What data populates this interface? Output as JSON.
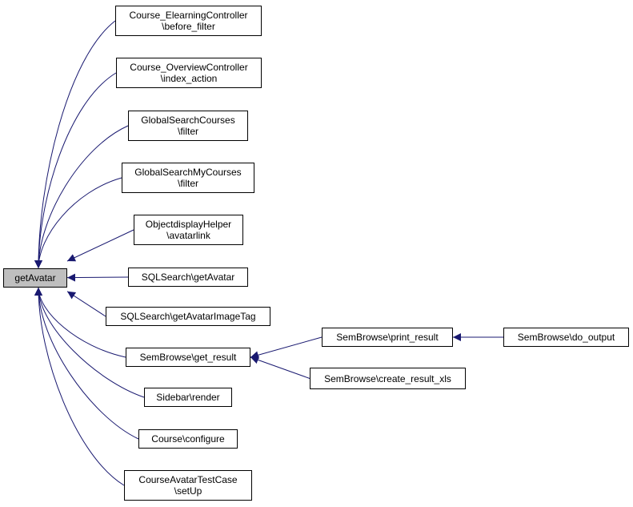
{
  "colors": {
    "edge": "#191970",
    "focus_fill": "#bfbfbf",
    "node_fill": "#ffffff",
    "border": "#000000"
  },
  "nodes": {
    "getavatar": {
      "lines": [
        "getAvatar"
      ]
    },
    "elearning": {
      "lines": [
        "Course_ElearningController",
        "\\before_filter"
      ]
    },
    "overview": {
      "lines": [
        "Course_OverviewController",
        "\\index_action"
      ]
    },
    "gscourses": {
      "lines": [
        "GlobalSearchCourses",
        "\\filter"
      ]
    },
    "gsmycourses": {
      "lines": [
        "GlobalSearchMyCourses",
        "\\filter"
      ]
    },
    "objhelper": {
      "lines": [
        "ObjectdisplayHelper",
        "\\avatarlink"
      ]
    },
    "sqlgetavatar": {
      "lines": [
        "SQLSearch\\getAvatar"
      ]
    },
    "sqlimagetag": {
      "lines": [
        "SQLSearch\\getAvatarImageTag"
      ]
    },
    "getresult": {
      "lines": [
        "SemBrowse\\get_result"
      ]
    },
    "sidebar": {
      "lines": [
        "Sidebar\\render"
      ]
    },
    "configure": {
      "lines": [
        "Course\\configure"
      ]
    },
    "testcase": {
      "lines": [
        "CourseAvatarTestCase",
        "\\setUp"
      ]
    },
    "printresult": {
      "lines": [
        "SemBrowse\\print_result"
      ]
    },
    "createxls": {
      "lines": [
        "SemBrowse\\create_result_xls"
      ]
    },
    "dooutput": {
      "lines": [
        "SemBrowse\\do_output"
      ]
    }
  },
  "edges": [
    [
      "elearning",
      "getavatar"
    ],
    [
      "overview",
      "getavatar"
    ],
    [
      "gscourses",
      "getavatar"
    ],
    [
      "gsmycourses",
      "getavatar"
    ],
    [
      "objhelper",
      "getavatar"
    ],
    [
      "sqlgetavatar",
      "getavatar"
    ],
    [
      "sqlimagetag",
      "getavatar"
    ],
    [
      "getresult",
      "getavatar"
    ],
    [
      "sidebar",
      "getavatar"
    ],
    [
      "configure",
      "getavatar"
    ],
    [
      "testcase",
      "getavatar"
    ],
    [
      "printresult",
      "getresult"
    ],
    [
      "createxls",
      "getresult"
    ],
    [
      "dooutput",
      "printresult"
    ]
  ]
}
